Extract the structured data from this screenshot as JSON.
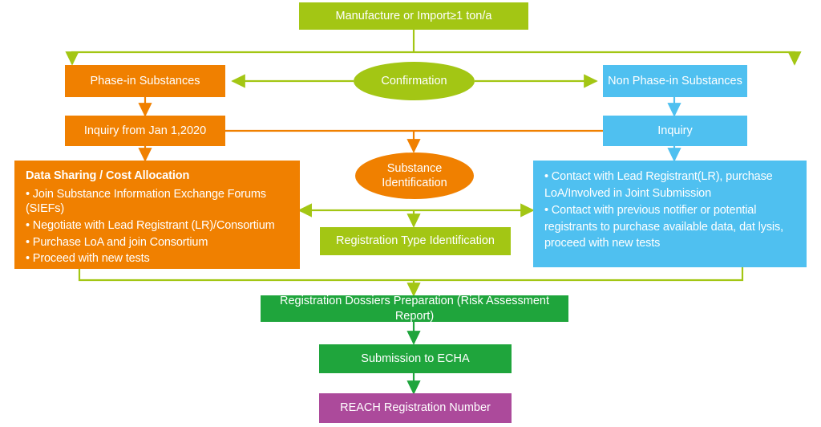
{
  "diagram": {
    "title": "REACH Registration Process Flowchart",
    "colors": {
      "green_light": "#A3C614",
      "orange": "#F08000",
      "blue": "#4FC0F0",
      "green_dark": "#1FA53C",
      "purple": "#AC4A9B",
      "text_on_fill": "#FFFFFF"
    },
    "nodes": {
      "start": {
        "label": "Manufacture or Import≥1 ton/a"
      },
      "confirmation": {
        "label": "Confirmation"
      },
      "phase_in": {
        "label": "Phase-in Substances"
      },
      "non_phase_in": {
        "label": "Non Phase-in Substances"
      },
      "inquiry_jan": {
        "label": "Inquiry from Jan 1,2020"
      },
      "inquiry": {
        "label": "Inquiry"
      },
      "substance_identification": {
        "line1": "Substance",
        "line2": "Identification"
      },
      "data_sharing": {
        "title": "Data Sharing / Cost Allocation",
        "items": [
          "• Join Substance Information Exchange Forums (SIEFs)",
          "• Negotiate with Lead Registrant (LR)/Consortium",
          "• Purchase LoA and join Consortium",
          "• Proceed with new tests"
        ]
      },
      "non_phase_actions": {
        "items": [
          "• Contact with Lead Registrant(LR), purchase LoA/Involved in Joint Submission",
          "• Contact with previous notifier or potential registrants to purchase available data, dat lysis, proceed with new tests"
        ]
      },
      "registration_type": {
        "label": "Registration Type Identification"
      },
      "dossiers": {
        "label": "Registration Dossiers Preparation (Risk Assessment Report)"
      },
      "submission": {
        "label": "Submission to ECHA"
      },
      "reach_number": {
        "label": "REACH Registration Number"
      }
    }
  }
}
